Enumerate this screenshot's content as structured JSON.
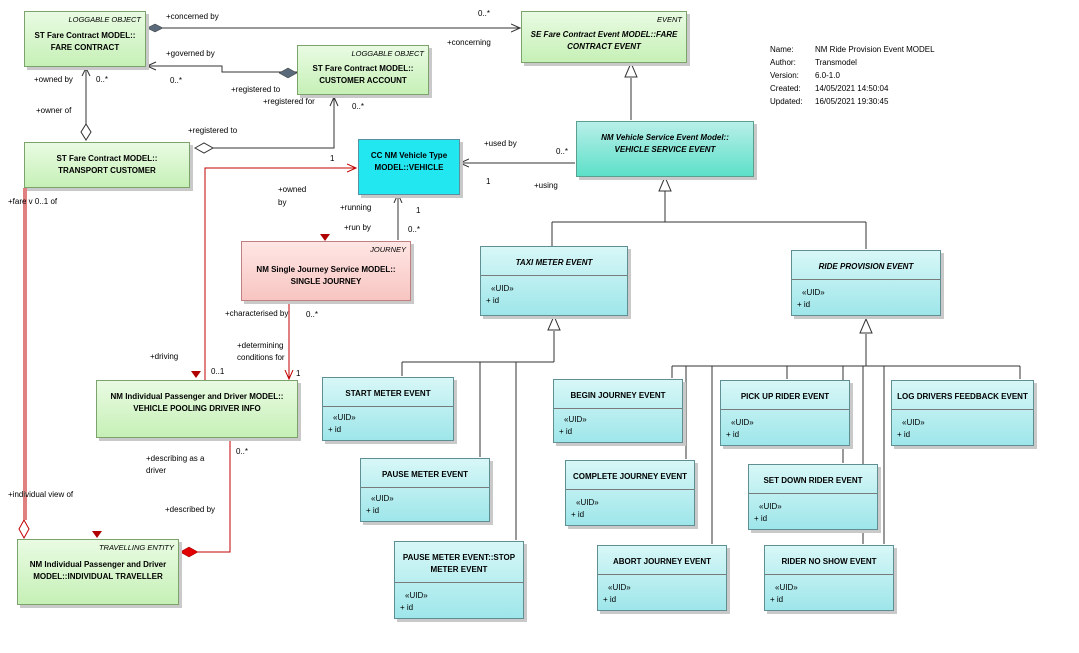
{
  "meta": {
    "name_key": "Name:",
    "name_val": "NM Ride Provision Event MODEL",
    "author_key": "Author:",
    "author_val": "Transmodel",
    "version_key": "Version:",
    "version_val": "6.0-1.0",
    "created_key": "Created:",
    "created_val": "14/05/2021 14:50:04",
    "updated_key": "Updated:",
    "updated_val": "16/05/2021 19:30:45"
  },
  "classes": {
    "fare_contract": {
      "stereotype": "LOGGABLE OBJECT",
      "line1": "ST Fare Contract MODEL::",
      "line2": "FARE CONTRACT"
    },
    "customer_account": {
      "stereotype": "LOGGABLE OBJECT",
      "line1": "ST Fare Contract MODEL::",
      "line2": "CUSTOMER ACCOUNT"
    },
    "fare_contract_event": {
      "stereotype": "EVENT",
      "line1": "SE Fare Contract Event MODEL::FARE",
      "line2": "CONTRACT EVENT"
    },
    "transport_customer": {
      "line1": "ST Fare Contract MODEL::",
      "line2": "TRANSPORT CUSTOMER"
    },
    "vehicle": {
      "line1": "CC NM Vehicle Type",
      "line2": "MODEL::VEHICLE"
    },
    "vehicle_service_event": {
      "line1": "NM Vehicle Service Event Model::",
      "line2": "VEHICLE SERVICE EVENT"
    },
    "single_journey": {
      "stereotype": "JOURNEY",
      "line1": "NM Single Journey Service MODEL::",
      "line2": "SINGLE JOURNEY"
    },
    "taxi_meter_event": {
      "line1": "TAXI METER EVENT",
      "uid": "«UID»",
      "attr": "+     id"
    },
    "ride_provision_event": {
      "line1": "RIDE PROVISION EVENT",
      "uid": "«UID»",
      "attr": "+     id"
    },
    "vehicle_pooling_driver_info": {
      "line1": "NM Individual Passenger and Driver MODEL::",
      "line2": "VEHICLE POOLING DRIVER INFO"
    },
    "individual_traveller": {
      "stereotype": "TRAVELLING ENTITY",
      "line1": "NM Individual Passenger and Driver",
      "line2": "MODEL::INDIVIDUAL TRAVELLER"
    },
    "start_meter_event": {
      "line1": "START METER EVENT",
      "uid": "«UID»",
      "attr": "+     id"
    },
    "pause_meter_event": {
      "line1": "PAUSE METER EVENT",
      "uid": "«UID»",
      "attr": "+     id"
    },
    "stop_meter_event": {
      "line1": "PAUSE METER EVENT::STOP",
      "line2": "METER EVENT",
      "uid": "«UID»",
      "attr": "+     id"
    },
    "begin_journey_event": {
      "line1": "BEGIN JOURNEY EVENT",
      "uid": "«UID»",
      "attr": "+     id"
    },
    "complete_journey_event": {
      "line1": "COMPLETE JOURNEY EVENT",
      "uid": "«UID»",
      "attr": "+     id"
    },
    "abort_journey_event": {
      "line1": "ABORT JOURNEY EVENT",
      "uid": "«UID»",
      "attr": "+     id"
    },
    "pick_up_rider_event": {
      "line1": "PICK UP RIDER EVENT",
      "uid": "«UID»",
      "attr": "+     id"
    },
    "set_down_rider_event": {
      "line1": "SET DOWN RIDER EVENT",
      "uid": "«UID»",
      "attr": "+     id"
    },
    "rider_no_show_event": {
      "line1": "RIDER NO SHOW EVENT",
      "uid": "«UID»",
      "attr": "+     id"
    },
    "log_drivers_feedback_event": {
      "line1": "LOG DRIVERS FEEDBACK EVENT",
      "uid": "«UID»",
      "attr": "+     id"
    }
  },
  "labels": {
    "concerned_by": "+concerned by",
    "m_concerned": "0..*",
    "concerning": "+concerning",
    "governed_by": "+governed by",
    "m_governed": "0..*",
    "owned_by": "+owned by",
    "m_owned": "0..*",
    "owner_of": "+owner of",
    "registered_to_1": "+registered to",
    "registered_for": "+registered for",
    "m_registered": "0..*",
    "registered_to_2": "+registered to",
    "used_by": "+used by",
    "m_used": "0..*",
    "using": "+using",
    "m_using": "1",
    "owned_by_2a": "+owned",
    "owned_by_2b": "by",
    "m_vehicle_1": "1",
    "running": "+running",
    "run_by": "+run by",
    "m_run_1": "1",
    "m_run_0": "0..*",
    "fare_vof": "+fare v 0..1 of",
    "characterised_by": "+characterised by",
    "m_char": "0..*",
    "driving": "+driving",
    "determining_1": "+determining",
    "determining_2": "conditions for",
    "m_det": "1",
    "m_driving": "0..1",
    "describing_as_1": "+describing as a",
    "describing_as_2": "driver",
    "m_desc": "0..*",
    "individual_view": "+individual view of",
    "described_by": "+described by"
  },
  "colors": {
    "line": "#333333",
    "red_line": "#c00000",
    "arrow_red": "#b00000",
    "head": "#5a6a7a"
  }
}
